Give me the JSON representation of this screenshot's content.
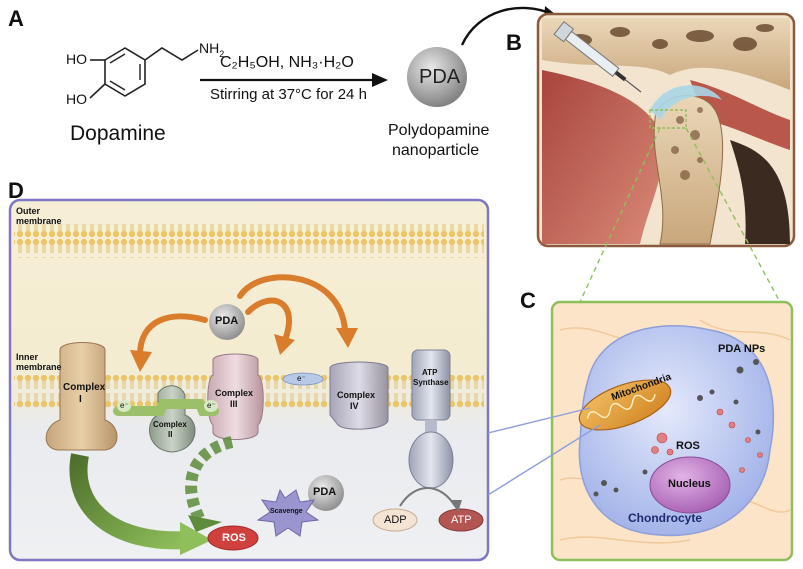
{
  "panels": {
    "a": "A",
    "b": "B",
    "c": "C",
    "d": "D"
  },
  "synthesis": {
    "oh1": "HO",
    "oh2": "HO",
    "nh2": "NH",
    "nh2_sub": "2",
    "reactant": "Dopamine",
    "conditions_top": "C₂H₅OH, NH₃·H₂O",
    "conditions_bottom": "Stirring at 37°C for 24 h",
    "particle": "PDA",
    "product_line1": "Polydopamine",
    "product_line2": "nanoparticle"
  },
  "cell": {
    "pda_nps": "PDA NPs",
    "mitochondria": "Mitochondria",
    "ros": "ROS",
    "nucleus": "Nucleus",
    "chondrocyte": "Chondrocyte"
  },
  "membrane": {
    "outer_line1": "Outer",
    "outer_line2": "membrane",
    "inner_line1": "Inner",
    "inner_line2": "membrane",
    "pda_top": "PDA",
    "complex1_a": "Complex",
    "complex1_b": "I",
    "complex2_a": "Complex",
    "complex2_b": "II",
    "complex3_a": "Complex",
    "complex3_b": "III",
    "complex4_a": "Complex",
    "complex4_b": "IV",
    "atp_syn_a": "ATP",
    "atp_syn_b": "Synthase",
    "electron": "e⁻",
    "pda_bottom": "PDA",
    "scavenge": "Scavenge",
    "ros": "ROS",
    "adp": "ADP",
    "atp": "ATP"
  },
  "colors": {
    "panel_border": "#7f78c0",
    "panel_bg": "#f7f1df",
    "joint_frame": "#8b5a3c",
    "cell_frame": "#8fbf5a",
    "cell_bg": "#fbe4c7",
    "cell_body": "#c9d3f5",
    "mito": "#e8a33a",
    "nucleus": "#c78bd0",
    "orange_arrow": "#d97c2b",
    "green_arrow": "#5d8c3a",
    "ros_red": "#d0413e"
  }
}
